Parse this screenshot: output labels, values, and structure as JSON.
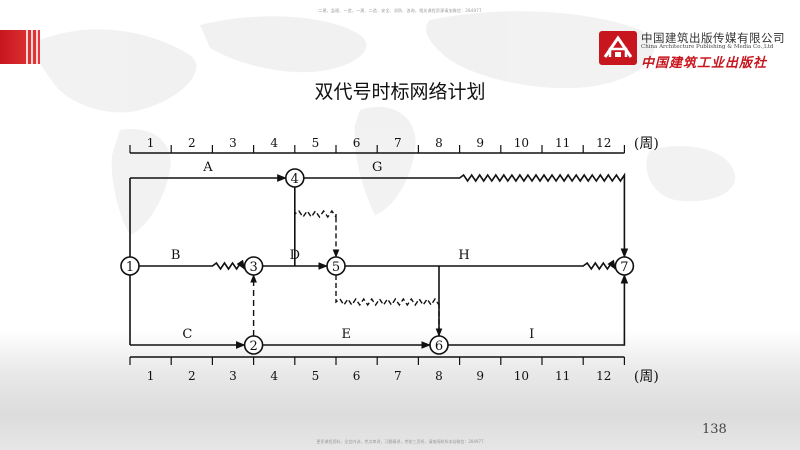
{
  "header": {
    "top_note": "二建、监理、一造，一建、二造、安全、消防、咨询，相关课程资源请加微信：284977",
    "logo_cn": "中国建筑出版传媒有限公司",
    "logo_en": "China Architecture Publishing & Media Co.,Ltd",
    "logo_brush": "中国建筑工业出版社"
  },
  "slide": {
    "title": "双代号时标网络计划",
    "page_number": "138",
    "bottom_note": "更多课程资料，全会内训，考点串讲，习题精讲，考前三页纸，请查阅联系本站微信：284977"
  },
  "diagram": {
    "unit_label": "(周)",
    "weeks": [
      "1",
      "2",
      "3",
      "4",
      "5",
      "6",
      "7",
      "8",
      "9",
      "10",
      "11",
      "12"
    ],
    "nodes": [
      {
        "id": "1",
        "week": 0,
        "row": "middle"
      },
      {
        "id": "2",
        "week": 3,
        "row": "bottom"
      },
      {
        "id": "3",
        "week": 3,
        "row": "middle"
      },
      {
        "id": "4",
        "week": 4,
        "row": "top"
      },
      {
        "id": "5",
        "week": 5,
        "row": "middle"
      },
      {
        "id": "6",
        "week": 7.5,
        "row": "bottom"
      },
      {
        "id": "7",
        "week": 12,
        "row": "middle"
      }
    ],
    "activities": [
      {
        "label": "A",
        "from": "1",
        "to": "4",
        "duration": 4,
        "free_float": 0
      },
      {
        "label": "B",
        "from": "1",
        "to": "3",
        "duration": 2,
        "free_float": 1
      },
      {
        "label": "C",
        "from": "1",
        "to": "2",
        "duration": 3,
        "free_float": 0
      },
      {
        "label": "D",
        "from": "3",
        "to": "5",
        "duration": 2,
        "free_float": 0
      },
      {
        "label": "E",
        "from": "2",
        "to": "6",
        "duration": 4.5,
        "free_float": 0
      },
      {
        "label": "G",
        "from": "4",
        "to": "7",
        "duration": 4,
        "free_float": 4
      },
      {
        "label": "H",
        "from": "5",
        "to": "7",
        "duration": 6,
        "free_float": 1
      },
      {
        "label": "I",
        "from": "6",
        "to": "7",
        "duration": 4.5,
        "free_float": 0
      }
    ],
    "virtual_activities": [
      {
        "from": "2",
        "to": "3",
        "free_float": 0
      },
      {
        "from": "4",
        "to": "5",
        "free_float": 1
      },
      {
        "from": "5",
        "to": "6",
        "free_float": 2
      }
    ]
  }
}
